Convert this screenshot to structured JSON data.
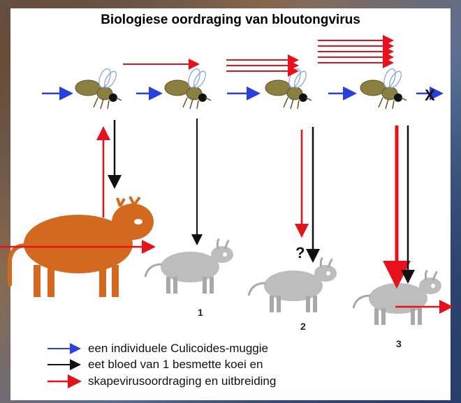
{
  "title": "Biologiese oordraging van bloutongvirus",
  "colors": {
    "blue_arrow": "#2b3fe0",
    "black_arrow": "#111111",
    "red_arrow": "#e8101a",
    "infected_cow": "#d2691e",
    "healthy_cow": "#bdbdbd",
    "midge_body": "#8b8040"
  },
  "cows": [
    {
      "label": ""
    },
    {
      "label": "1"
    },
    {
      "label": "2"
    },
    {
      "label": "3"
    }
  ],
  "question_mark": "?",
  "blocked_symbol": "X",
  "legend": [
    {
      "color": "#2b3fe0",
      "text": "een individuele Culicoides-muggie"
    },
    {
      "color": "#111111",
      "text": "eet bloed van 1 besmette koei en"
    },
    {
      "color": "#e8101a",
      "text": "skapevirusoordraging en uitbreiding"
    }
  ]
}
